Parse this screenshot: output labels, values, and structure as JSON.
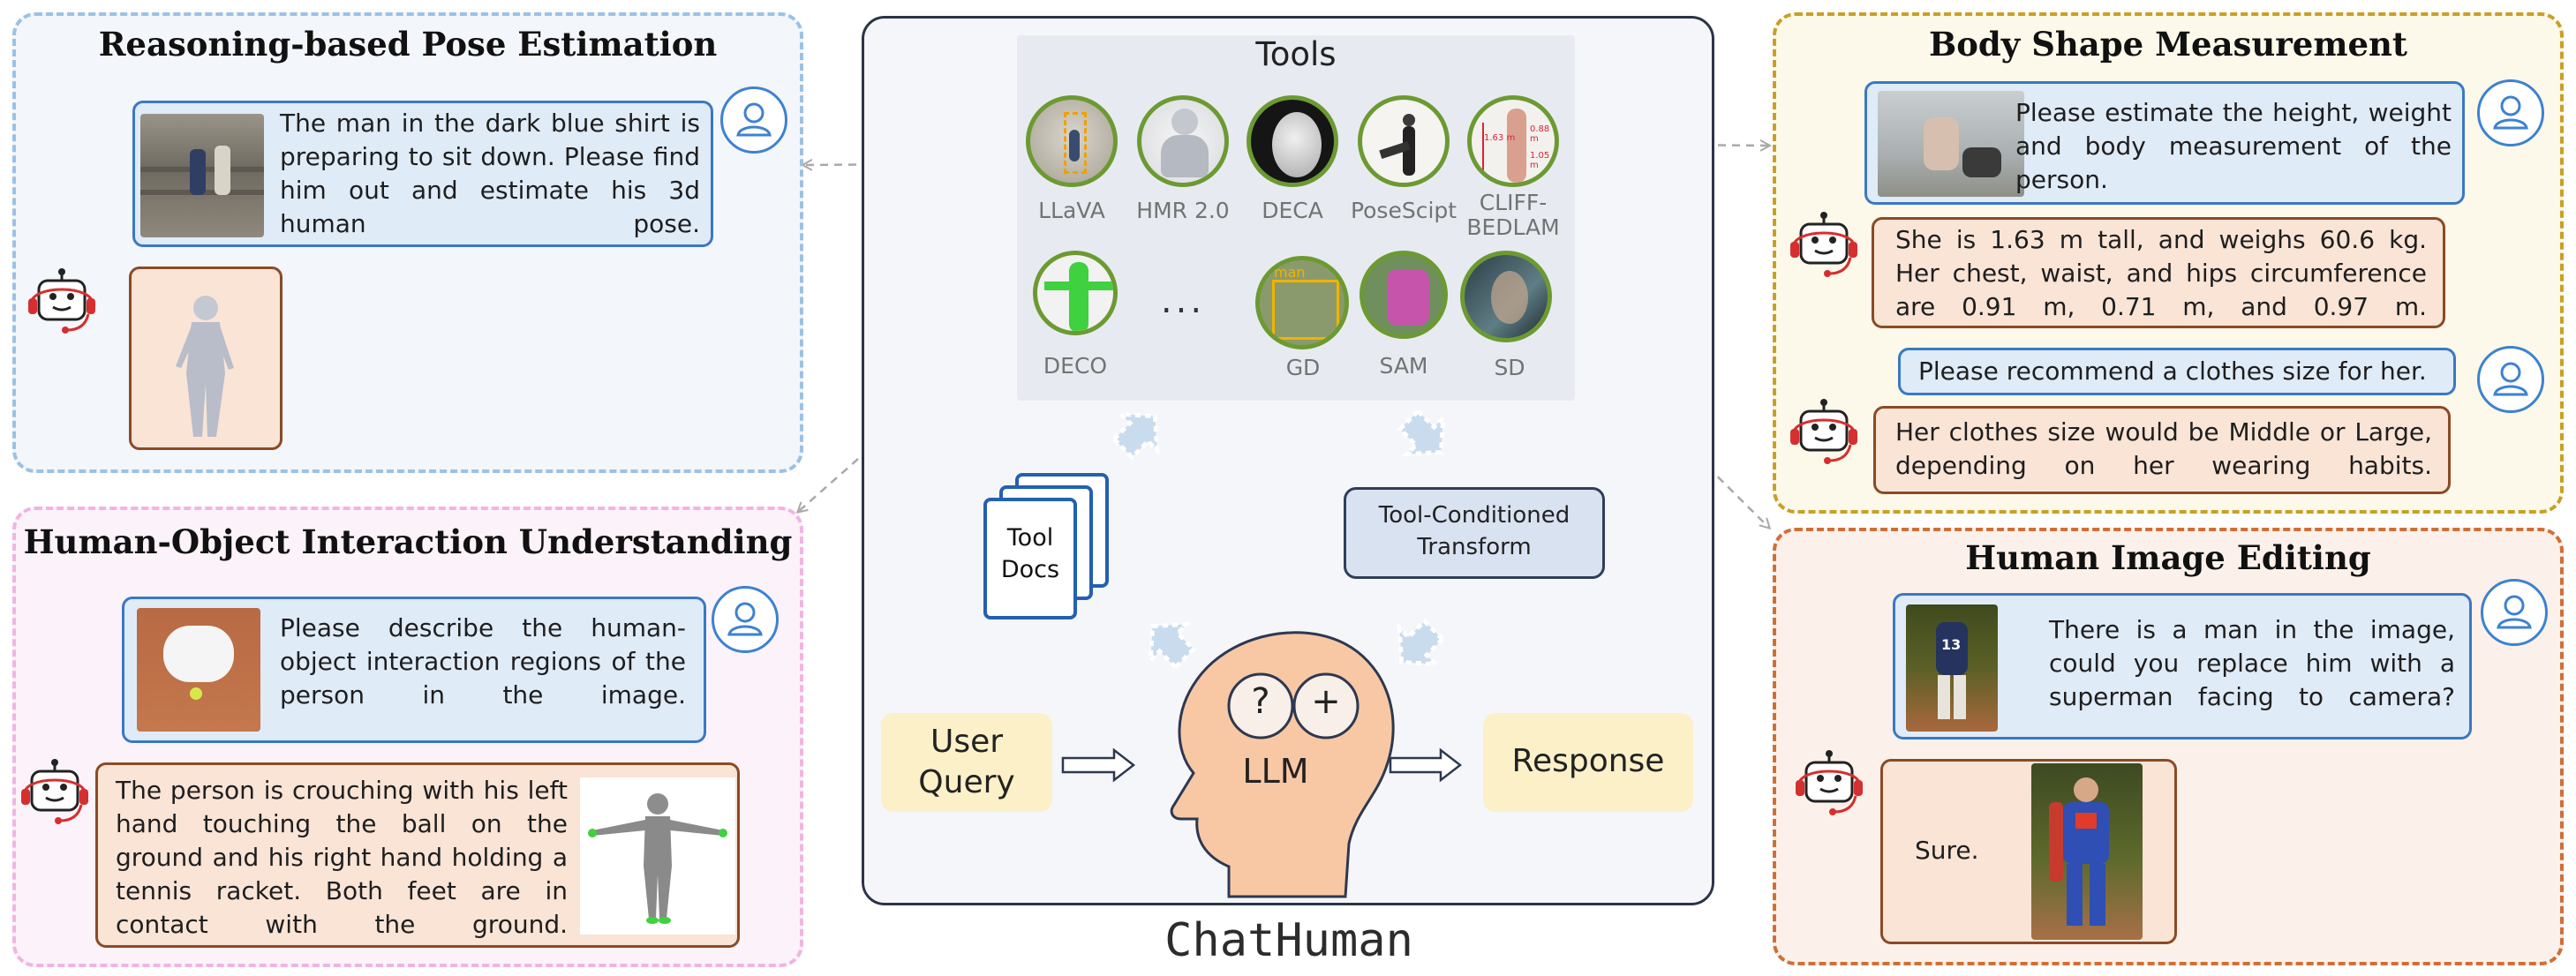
{
  "center": {
    "tools_title": "Tools",
    "tools": [
      "LLaVA",
      "HMR 2.0",
      "DECA",
      "PoseScipt",
      "CLIFF-\nBEDLAM",
      "DECO",
      "GD",
      "SAM",
      "SD"
    ],
    "ellipsis": "...",
    "docs_label": [
      "Tool",
      "Docs"
    ],
    "transform_label": [
      "Tool-Conditioned",
      "Transform"
    ],
    "query_label": [
      "User",
      "Query"
    ],
    "llm_label": "LLM",
    "question_mark": "?",
    "plus_mark": "+",
    "response_label": "Response",
    "tool_tag_man": "man",
    "footer_title": "ChatHuman"
  },
  "pose": {
    "title": "Reasoning-based Pose Estimation",
    "user_text": "The man in the dark blue shirt is preparing to sit down. Please find him out and estimate his 3d human pose."
  },
  "hoi": {
    "title": "Human-Object Interaction Understanding",
    "user_text": "Please describe the human-object interaction regions of the person in the image.",
    "bot_text": "The person is crouching with his left hand touching the ball on the ground and his right hand holding a tennis racket. Both feet are in contact with the ground."
  },
  "shape": {
    "title": "Body Shape Measurement",
    "user_text": "Please estimate the height, weight and body measurement of the person.",
    "bot_text": "She is 1.63 m tall, and weighs 60.6 kg. Her chest, waist, and hips circumference are 0.91 m, 0.71 m, and 0.97 m.",
    "user_text2": "Please recommend a clothes size for her.",
    "bot_text2": "Her clothes size would be Middle or Large, depending on her wearing habits.",
    "cliff_tag": "1.63 m",
    "cliff_tag2": "0.88 m",
    "cliff_tag3": "1.05 m"
  },
  "edit": {
    "title": "Human Image Editing",
    "user_text": "There is a man in the image, could you replace him with a superman facing to camera?",
    "bot_text": "Sure.",
    "jersey_number": "13"
  },
  "colors": {
    "user_border": "#3b78c3",
    "bot_border": "#8b4a25",
    "robot": "#d52f2f"
  }
}
